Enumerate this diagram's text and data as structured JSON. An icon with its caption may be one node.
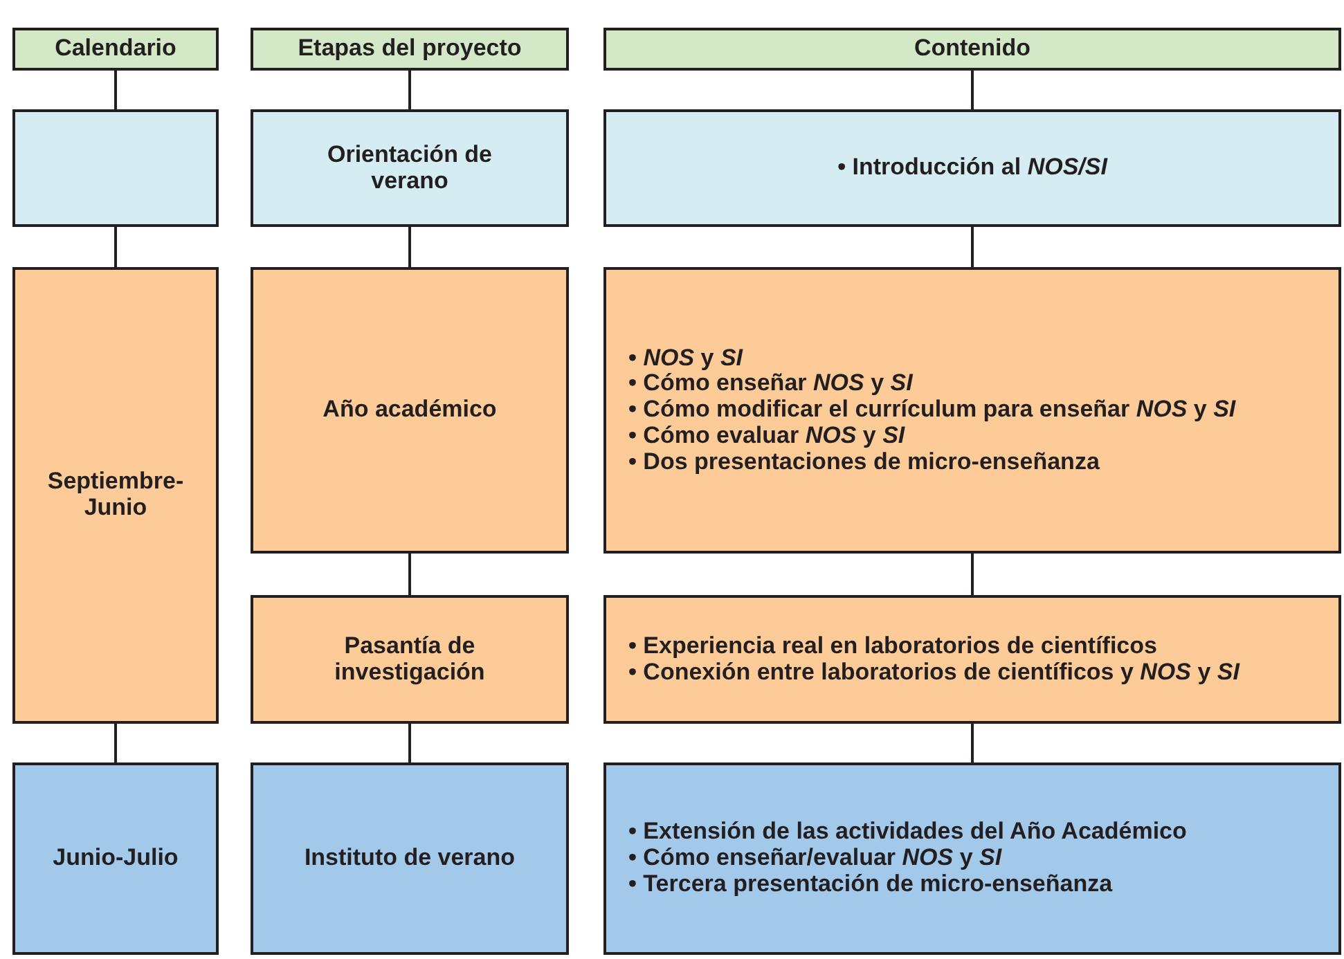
{
  "diagram": {
    "nodes": [
      {
        "text": [
          "Calendario"
        ]
      },
      {
        "text": [
          "Etapas del proyecto"
        ]
      },
      {
        "text": [
          "Contenido"
        ]
      },
      {
        "text": [],
        "shape": "box"
      },
      {
        "text": [
          "Orientación de verano"
        ]
      },
      {
        "text": [
          "• Introducción al *NOS/SI*"
        ]
      },
      {
        "text": [
          "Septiembre-Junio"
        ]
      },
      {
        "text": [
          "Año académico"
        ]
      },
      {
        "text": [
          "• *NOS* y *SI*",
          "• Cómo enseñar *NOS* y *SI*",
          "• Cómo modificar el currículum para enseñar *NOS* y *SI*",
          "• Cómo evaluar *NOS* y *SI*",
          "• Dos presentaciones de micro-enseñanza"
        ]
      },
      {
        "text": [
          "Pasantía de investigación"
        ]
      },
      {
        "text": [
          "• Experiencia real en laboratorios de científicos",
          "• Conexión entre laboratorios de científicos y *NOS* y *SI*"
        ]
      },
      {
        "text": [
          "Junio-Julio"
        ]
      },
      {
        "text": [
          "Instituto de verano"
        ]
      },
      {
        "text": [
          "• Extensión de las actividades del Año Académico",
          "• Cómo enseñar/evaluar *NOS* y *SI*",
          "• Tercera presentación de micro-enseñanza"
        ]
      }
    ],
    "edges": [
      {
        "from": 0,
        "to": 3,
        "arrow": "none"
      },
      {
        "from": 3,
        "to": 6,
        "arrow": "none"
      },
      {
        "from": 6,
        "to": 11,
        "arrow": "none"
      },
      {
        "from": 1,
        "to": 4,
        "arrow": "none"
      },
      {
        "from": 4,
        "to": 7,
        "arrow": "none"
      },
      {
        "from": 7,
        "to": 9,
        "arrow": "none"
      },
      {
        "from": 9,
        "to": 12,
        "arrow": "none"
      },
      {
        "from": 2,
        "to": 5,
        "arrow": "none"
      },
      {
        "from": 5,
        "to": 8,
        "arrow": "none"
      },
      {
        "from": 8,
        "to": 10,
        "arrow": "none"
      },
      {
        "from": 10,
        "to": 13,
        "arrow": "none"
      }
    ]
  }
}
